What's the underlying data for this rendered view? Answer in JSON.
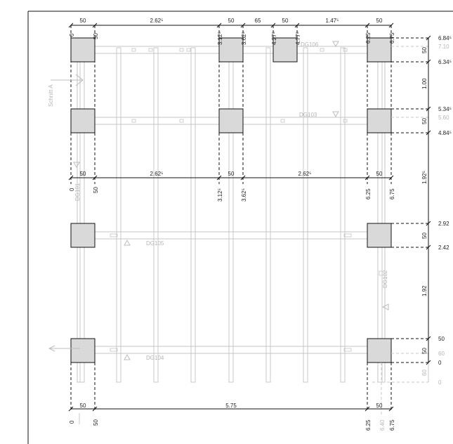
{
  "top_dims": {
    "segments": [
      "50",
      "2.62⁵",
      "50",
      "65",
      "50",
      "1.47⁵",
      "50"
    ],
    "ticks": [
      "0",
      "50",
      "3.12⁵",
      "3.62⁵",
      "4.27⁵",
      "4.77⁵",
      "6.25",
      "6.75"
    ]
  },
  "mid_dims": {
    "segments": [
      "50",
      "2.62⁵",
      "50",
      "2.62⁵",
      "50"
    ],
    "ticks": [
      "0",
      "50",
      "3.12⁵",
      "3.62⁵",
      "6.25",
      "6.75"
    ]
  },
  "bottom_dims": {
    "segments": [
      "50",
      "5.75",
      "50"
    ],
    "ticks": [
      "0",
      "50",
      "6.25",
      "6.40",
      "6.75"
    ]
  },
  "right_dims": {
    "levels": [
      "6.84⁵",
      "7.10",
      "6.34⁵",
      "5.34⁵",
      "5.60",
      "4.84⁵",
      "2.92",
      "2.42",
      "50",
      "60",
      "0",
      "0"
    ],
    "segments": [
      "50",
      "1.00",
      "50",
      "1.92⁵",
      "50",
      "1.92",
      "50",
      "60"
    ]
  },
  "labels": {
    "dg106": "DG106",
    "dg103": "DG103",
    "dg101": "DG101",
    "dg105": "DG105",
    "dg104": "DG104",
    "dg102": "DG102",
    "section": "Schnitt A"
  }
}
